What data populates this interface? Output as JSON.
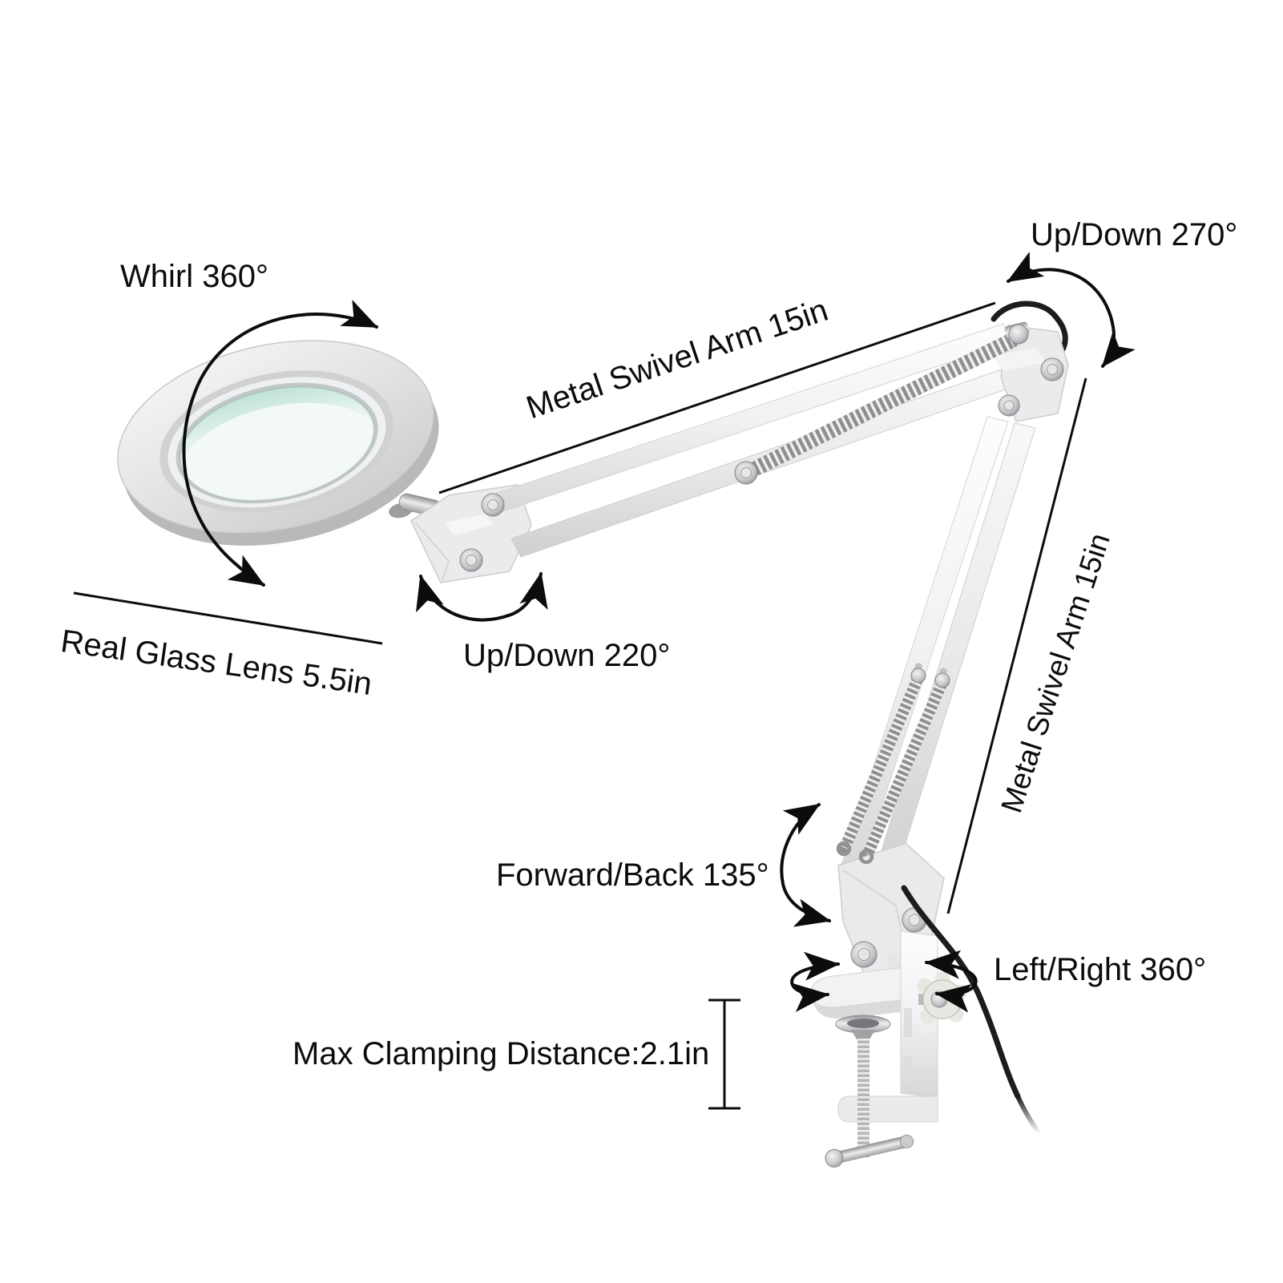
{
  "figure": {
    "kind": "annotated-product-diagram",
    "subject": "magnifying glass desk lamp with swing arm and table clamp",
    "background": "#ffffff",
    "ink": "#0c0c0c"
  },
  "labels": {
    "whirl": {
      "text": "Whirl 360°"
    },
    "up_down_270": {
      "text": "Up/Down 270°"
    },
    "arm_top": {
      "text": "Metal Swivel Arm 15in"
    },
    "arm_right": {
      "text": "Metal Swivel Arm 15in"
    },
    "lens": {
      "text": "Real Glass Lens 5.5in"
    },
    "up_down_220": {
      "text": "Up/Down 220°"
    },
    "forward_back": {
      "text": "Forward/Back 135°"
    },
    "left_right": {
      "text": "Left/Right 360°"
    },
    "max_clamp": {
      "text": "Max Clamping Distance:2.1in"
    }
  },
  "product": {
    "colors": {
      "body_white": "#eff1f2",
      "body_shade": "#d6d8da",
      "ring_side": "#b7b9bb",
      "lens_tint": "#c2e5d8",
      "chrome": "#b9bbbd",
      "cable": "#1c1c1c",
      "annotation": "#0c0c0c"
    }
  }
}
